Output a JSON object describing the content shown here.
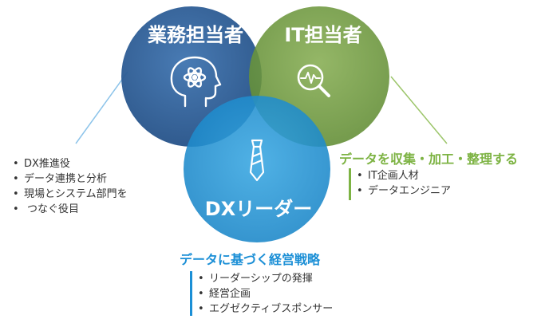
{
  "circles": {
    "business": {
      "title": "業務担当者",
      "color": "#2b5c94",
      "icon": "brain-atom-icon"
    },
    "it": {
      "title": "IT担当者",
      "color": "#6f9a3c",
      "icon": "magnifier-pulse-icon"
    },
    "dx": {
      "title": "DXリーダー",
      "color": "#1f8fd0",
      "icon": "necktie-icon"
    }
  },
  "business_list": [
    "DX推進役",
    "データ連携と分析",
    "現場とシステム部門を",
    "つなぐ役目"
  ],
  "it_section": {
    "heading": "データを収集・加工・整理する",
    "items": [
      "IT企画人材",
      "データエンジニア"
    ],
    "accent": "#7db343"
  },
  "dx_section": {
    "heading": "データに基づく経営戦略",
    "items": [
      "リーダーシップの発揮",
      "経営企画",
      "エグゼクティブスポンサー"
    ],
    "accent": "#1b8fd6"
  },
  "connector_colors": {
    "business": "#8dc4ea",
    "it": "#9cc56a"
  }
}
